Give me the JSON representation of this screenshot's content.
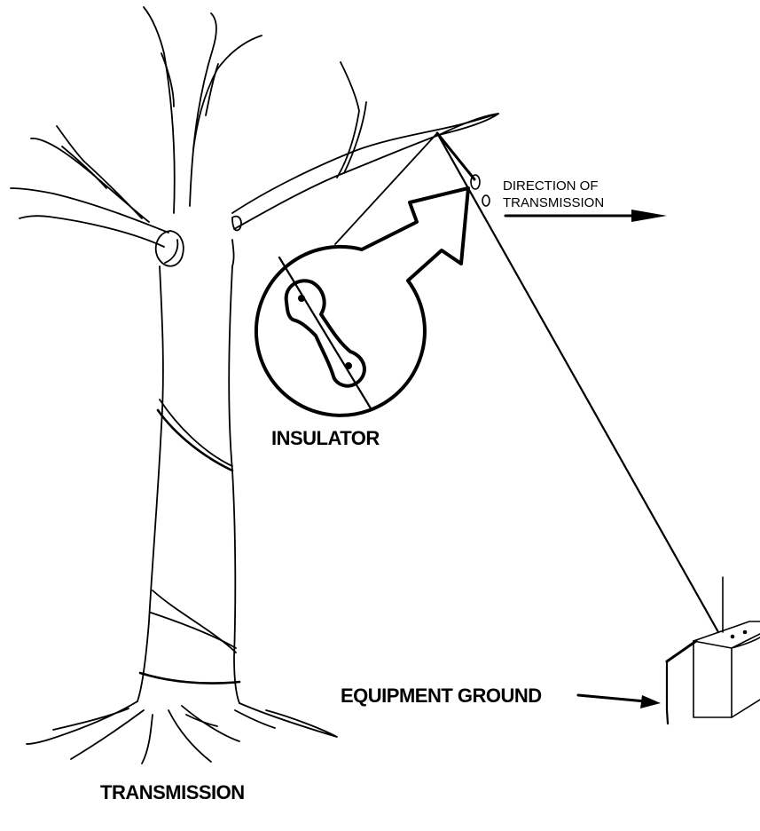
{
  "labels": {
    "insulator": "INSULATOR",
    "direction_line1": "DIRECTION OF",
    "direction_line2": "TRANSMISSION",
    "equipment_ground": "EQUIPMENT GROUND",
    "caption": "TRANSMISSION"
  },
  "colors": {
    "line": "#000000",
    "background": "#ffffff"
  },
  "icons": [
    "tree",
    "wire",
    "insulator",
    "magnifier-arrow",
    "direction-arrow",
    "ground-arrow",
    "equipment-box"
  ]
}
